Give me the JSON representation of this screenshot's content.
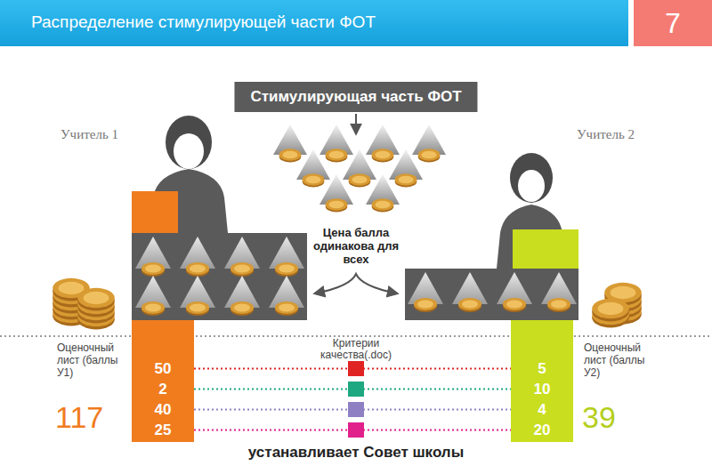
{
  "diagram": {
    "title": "Распределение стимулирующей части ФОТ",
    "nodes": [
      {
        "text": [
          "7"
        ]
      },
      {
        "text": [
          "Стимулирующая часть ФОТ"
        ]
      },
      {
        "text": [
          "50",
          "2",
          "40",
          "25"
        ]
      },
      {
        "text": [
          "5",
          "10",
          "4",
          "20"
        ]
      }
    ],
    "edges": [
      {
        "from": 2,
        "to": 3,
        "arrow": "none"
      },
      {
        "from": 2,
        "to": 3,
        "arrow": "none"
      },
      {
        "from": 2,
        "to": 3,
        "arrow": "none"
      },
      {
        "from": 2,
        "to": 3,
        "arrow": "none"
      }
    ],
    "labels": [
      "Учитель 1",
      "Учитель 2",
      "Цена балла одинакова для всех",
      "Оценочный лист (баллы У1)",
      "Оценочный лист (баллы У2)",
      "Критерии качества(.doc)",
      "117",
      "39",
      "устанавливает Совет школы"
    ]
  }
}
